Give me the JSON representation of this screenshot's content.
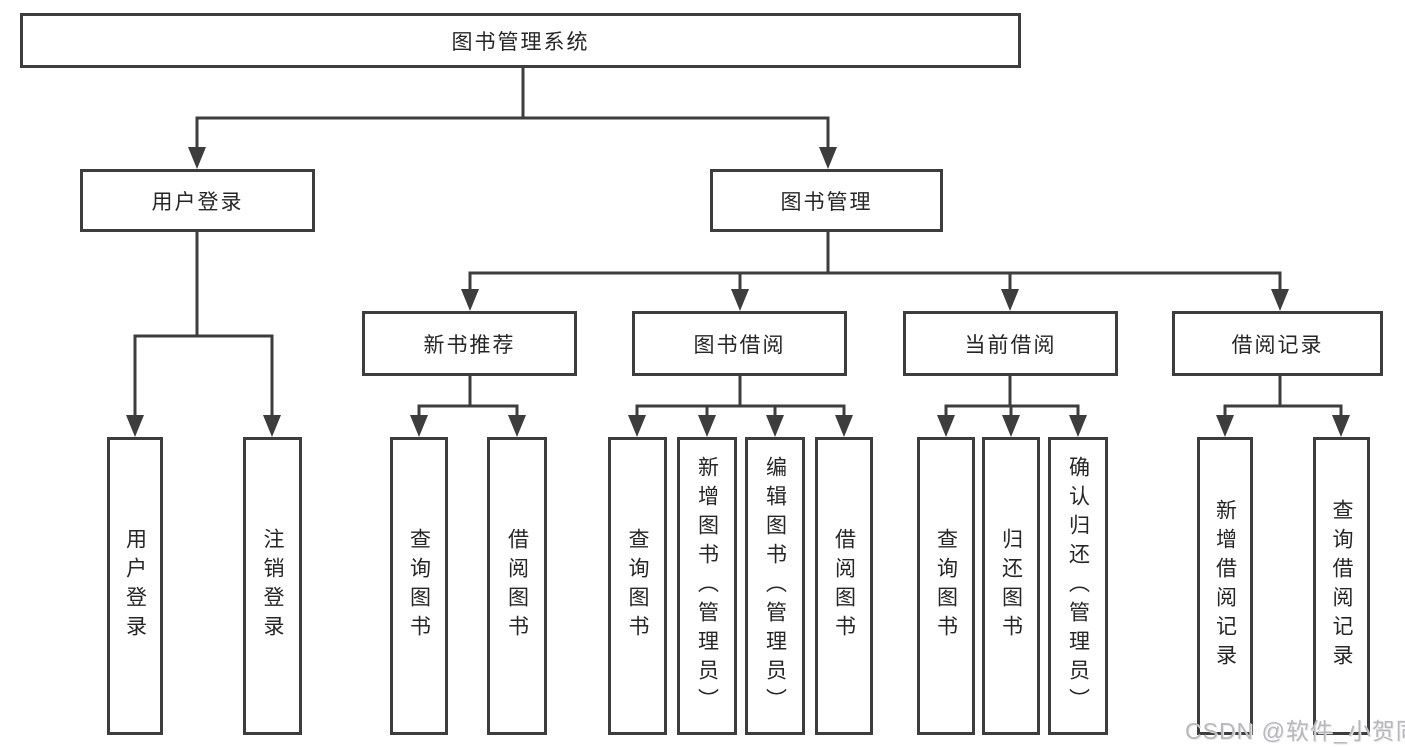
{
  "diagram": {
    "root": {
      "id": "root",
      "label": "图书管理系统",
      "children": [
        {
          "id": "user-login",
          "label": "用户登录",
          "children": [
            {
              "id": "ul-user-login",
              "label": "用户登录"
            },
            {
              "id": "ul-logout",
              "label": "注销登录"
            }
          ]
        },
        {
          "id": "book-mgmt",
          "label": "图书管理",
          "children": [
            {
              "id": "new-book-rec",
              "label": "新书推荐",
              "children": [
                {
                  "id": "nbr-query-book",
                  "label": "查询图书"
                },
                {
                  "id": "nbr-borrow-book",
                  "label": "借阅图书"
                }
              ]
            },
            {
              "id": "book-borrow",
              "label": "图书借阅",
              "children": [
                {
                  "id": "bb-query-book",
                  "label": "查询图书"
                },
                {
                  "id": "bb-add-book",
                  "label": "新增图书（管理员）"
                },
                {
                  "id": "bb-edit-book",
                  "label": "编辑图书（管理员）"
                },
                {
                  "id": "bb-borrow-book",
                  "label": "借阅图书"
                }
              ]
            },
            {
              "id": "current-borrow",
              "label": "当前借阅",
              "children": [
                {
                  "id": "cb-query-book",
                  "label": "查询图书"
                },
                {
                  "id": "cb-return-book",
                  "label": "归还图书"
                },
                {
                  "id": "cb-confirm-return",
                  "label": "确认归还（管理员）"
                }
              ]
            },
            {
              "id": "borrow-records",
              "label": "借阅记录",
              "children": [
                {
                  "id": "br-add-record",
                  "label": "新增借阅记录"
                },
                {
                  "id": "br-query-record",
                  "label": "查询借阅记录"
                }
              ]
            }
          ]
        }
      ]
    }
  },
  "watermark": {
    "text": "CSDN @软件_小贺同学"
  },
  "colors": {
    "line": "#3d3d3d",
    "text": "#262626",
    "box_background": "#ffffff",
    "watermark": "#b7b8bc"
  }
}
